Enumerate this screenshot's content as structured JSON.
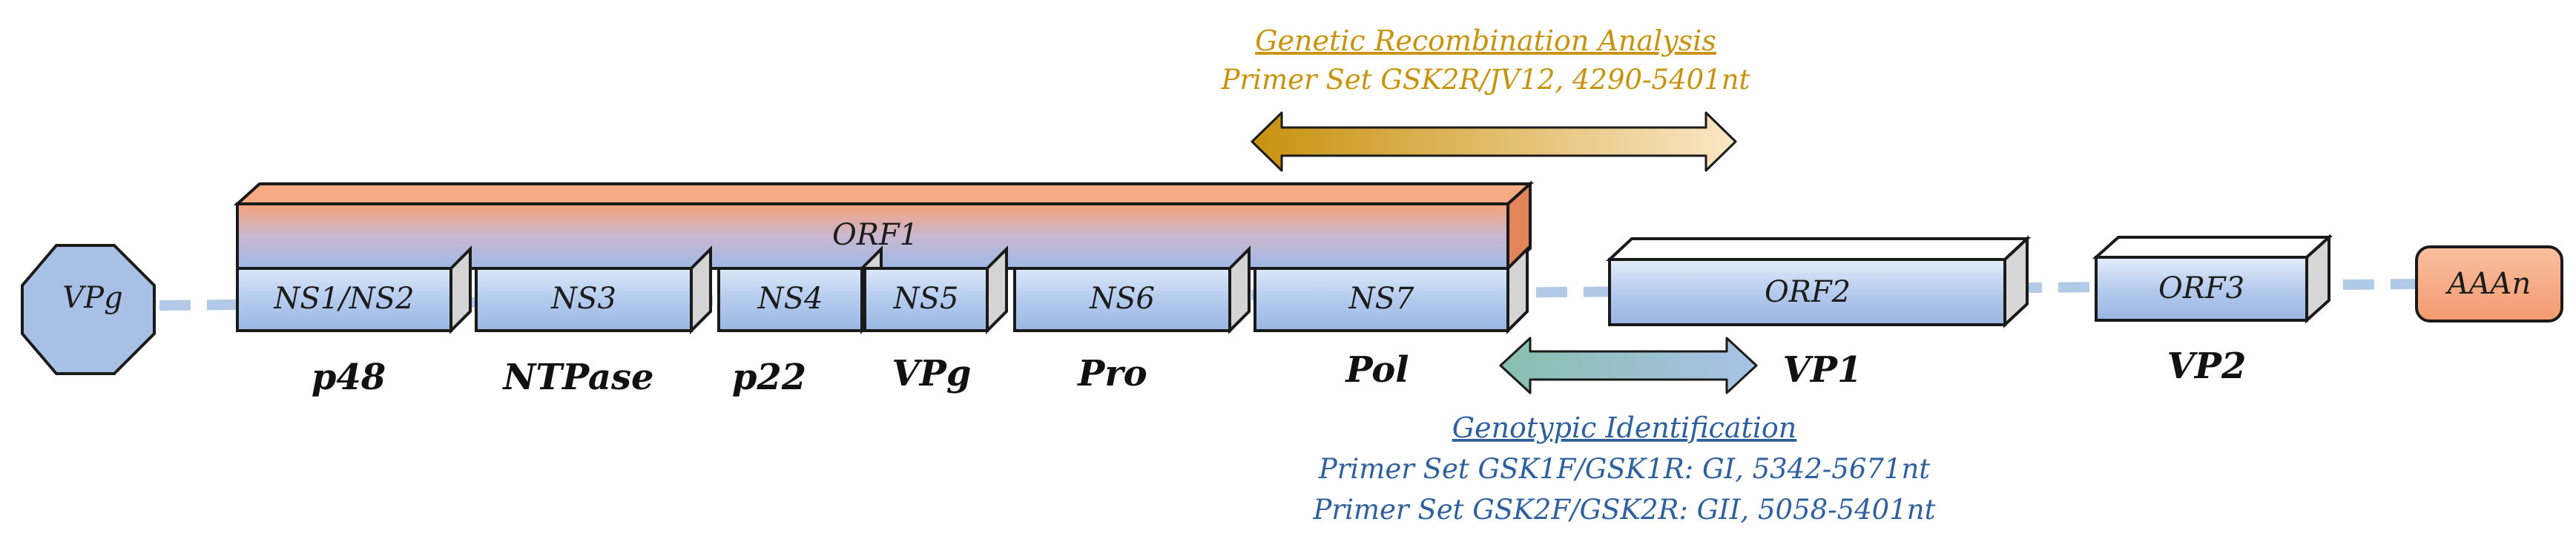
{
  "colors": {
    "recombination": "#c8920a",
    "genotypic": "#2e5f9e",
    "blue_fill": "#a9c0e6",
    "orange_fill": "#f4a078",
    "outline": "#1a1a1a",
    "dashed_line": "#b3c9e8"
  },
  "recombination": {
    "title": "Genetic Recombination Analysis",
    "primer": "Primer Set GSK2R/JV12, 4290-5401nt"
  },
  "genotypic": {
    "title": "Genotypic Identification",
    "primer_gi": "Primer Set GSK1F/GSK1R: GI, 5342-5671nt",
    "primer_gii": "Primer Set GSK2F/GSK2R: GII, 5058-5401nt"
  },
  "vpg_cap": {
    "label": "VPg"
  },
  "poly_a": {
    "label": "AAAn"
  },
  "orf1": {
    "label": "ORF1",
    "segments": [
      {
        "label": "NS1/NS2",
        "protein": "p48"
      },
      {
        "label": "NS3",
        "protein": "NTPase"
      },
      {
        "label": "NS4",
        "protein": "p22"
      },
      {
        "label": "NS5",
        "protein": "VPg"
      },
      {
        "label": "NS6",
        "protein": "Pro"
      },
      {
        "label": "NS7",
        "protein": "Pol"
      }
    ]
  },
  "orf2": {
    "label": "ORF2",
    "protein": "VP1"
  },
  "orf3": {
    "label": "ORF3",
    "protein": "VP2"
  }
}
